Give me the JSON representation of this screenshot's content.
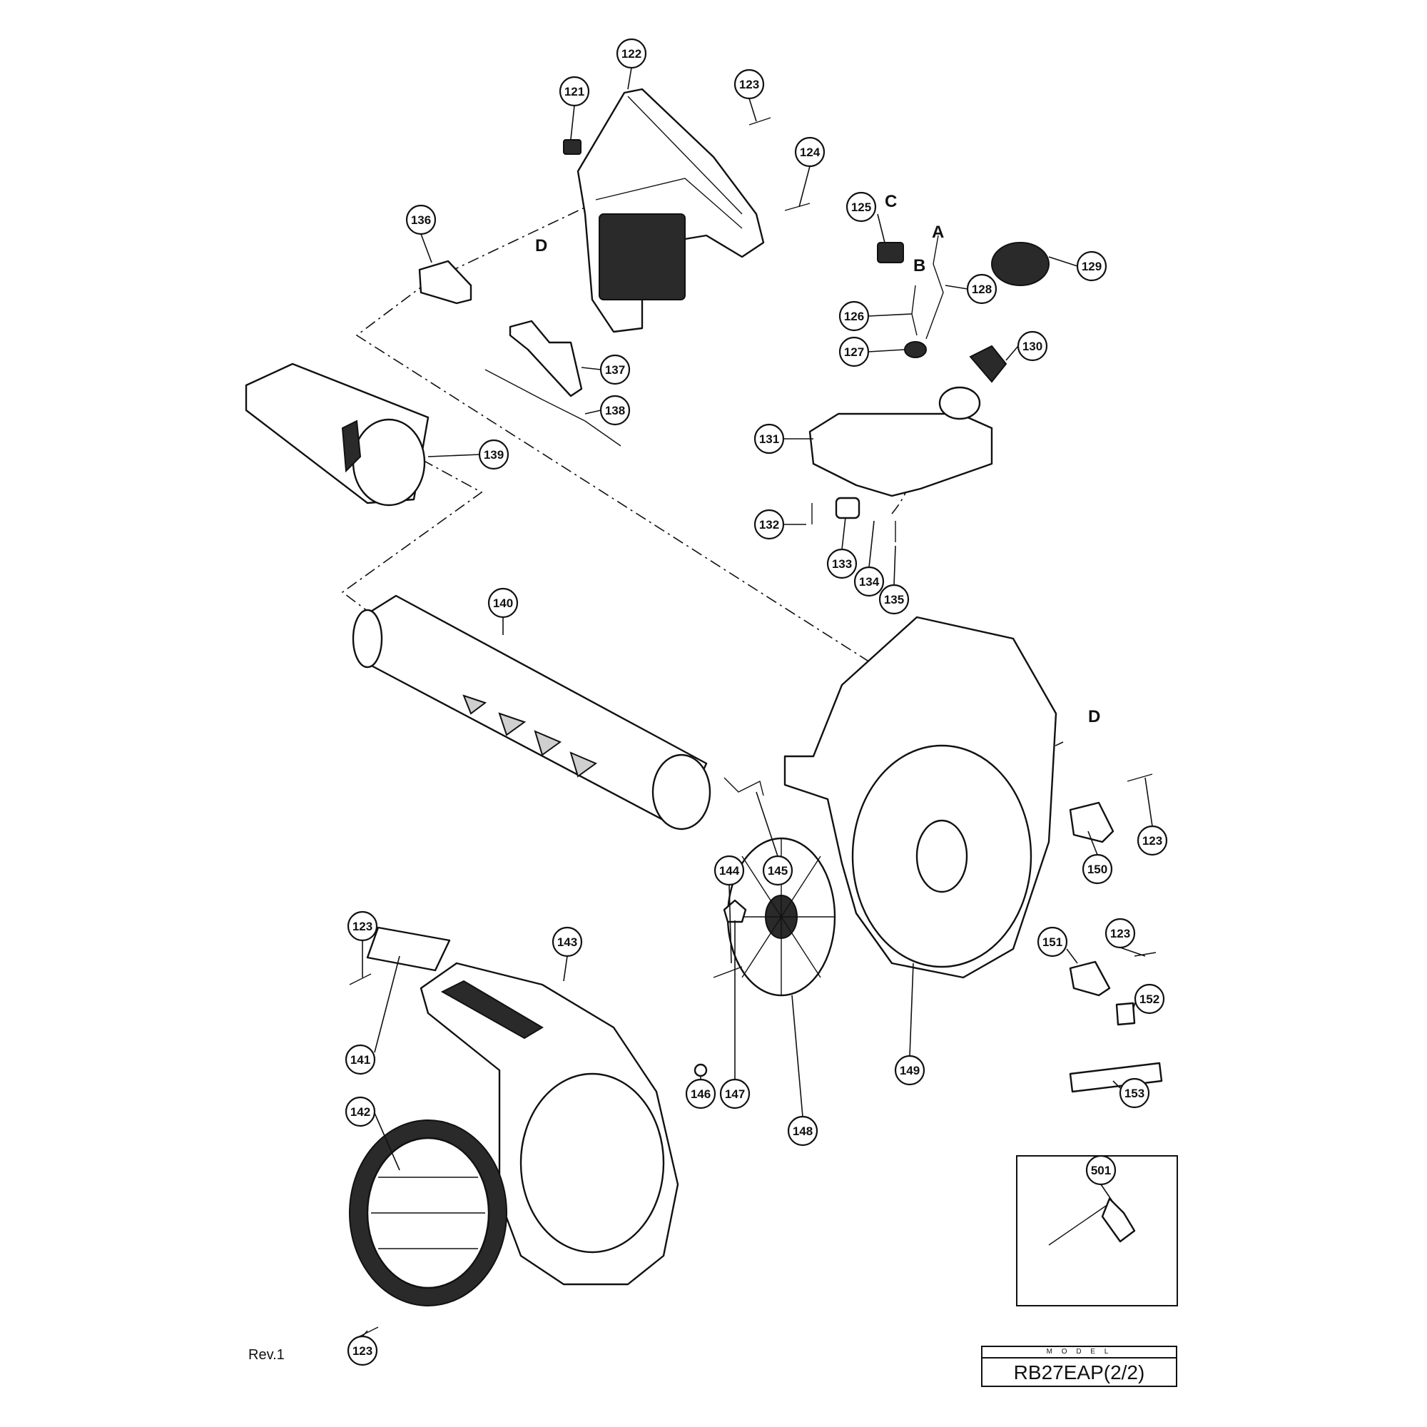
{
  "revision": "Rev.1",
  "model": {
    "header": "M O D E L",
    "name": "RB27EAP(2/2)"
  },
  "letters": [
    "A",
    "B",
    "C",
    "D"
  ],
  "parts": [
    "121",
    "122",
    "123",
    "124",
    "125",
    "126",
    "127",
    "128",
    "129",
    "130",
    "131",
    "132",
    "133",
    "134",
    "135",
    "136",
    "137",
    "138",
    "139",
    "140",
    "141",
    "142",
    "143",
    "144",
    "145",
    "146",
    "147",
    "148",
    "149",
    "150",
    "151",
    "152",
    "153",
    "501"
  ]
}
